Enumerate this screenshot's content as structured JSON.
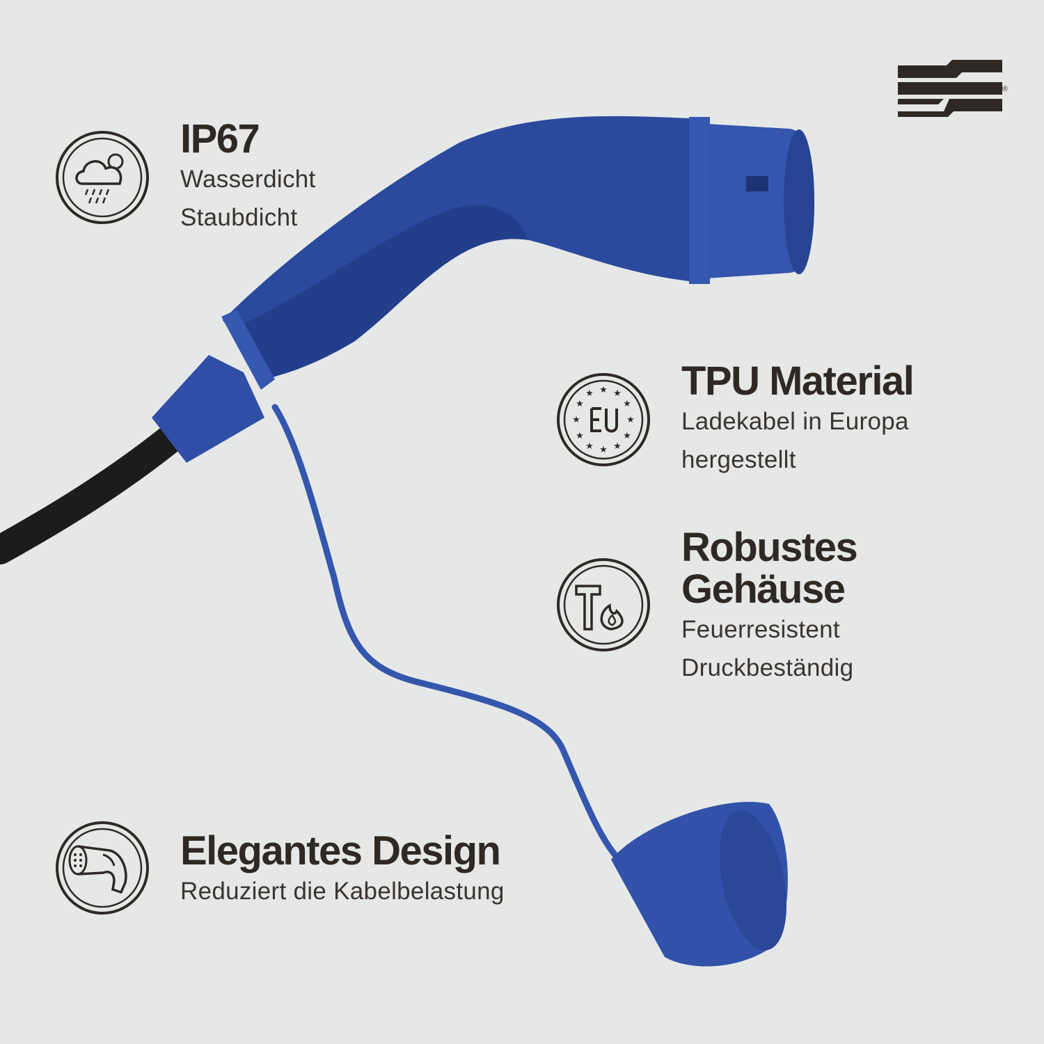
{
  "brand": {
    "logo": "brand-logo-icon",
    "registered_mark": "®"
  },
  "product": {
    "name": "charging-connector-type2",
    "colors": {
      "housing": "#2b4a9e",
      "cable": "#1c1c1c",
      "background": "#e6e8e7",
      "ink": "#2e2925"
    }
  },
  "features": [
    {
      "icon": "weather-cloud-rain-icon",
      "title": "IP67",
      "lines": [
        "Wasserdicht",
        "Staubdicht"
      ]
    },
    {
      "icon": "eu-stars-icon",
      "title": "TPU Material",
      "lines": [
        "Ladekabel in Europa",
        "hergestellt"
      ]
    },
    {
      "icon": "hammer-flame-icon",
      "title_lines": [
        "Robustes",
        "Gehäuse"
      ],
      "lines": [
        "Feuerresistent",
        "Druckbeständig"
      ]
    },
    {
      "icon": "plug-in-hand-icon",
      "title": "Elegantes Design",
      "lines": [
        "Reduziert die Kabelbelastung"
      ]
    }
  ]
}
